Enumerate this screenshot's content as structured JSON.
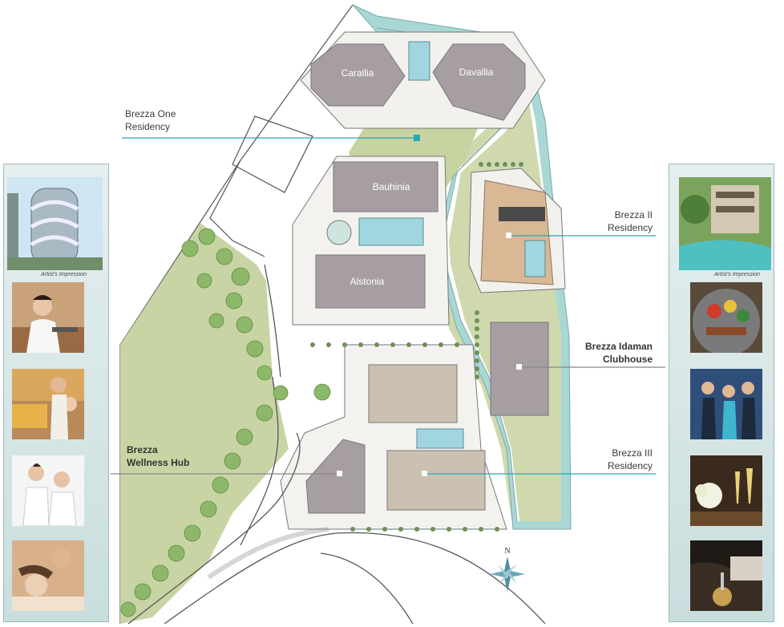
{
  "buildings": [
    {
      "id": "carallia",
      "label": "Carallia"
    },
    {
      "id": "davallia",
      "label": "Davallia"
    },
    {
      "id": "bauhinia",
      "label": "Bauhinia"
    },
    {
      "id": "alstonia",
      "label": "Alstonia"
    }
  ],
  "callouts": {
    "brezza_one": {
      "line1": "Brezza One",
      "line2": "Residency"
    },
    "brezza_ii": {
      "line1": "Brezza II",
      "line2": "Residency"
    },
    "clubhouse": {
      "line1": "Brezza Idaman",
      "line2": "Clubhouse"
    },
    "brezza_iii": {
      "line1": "Brezza III",
      "line2": "Residency"
    },
    "wellness": {
      "line1": "Brezza",
      "line2": "Wellness Hub"
    }
  },
  "compass": {
    "north": "N"
  },
  "left_panel": {
    "caption": "Artist's Impression"
  },
  "right_panel": {
    "caption": "Artist's Impression"
  },
  "colors": {
    "callout_line": "#2aa6b4",
    "water": "#a9d7d6",
    "lawn": "#c9d4a4",
    "building": "#a79ea4",
    "tree": "#8db86a"
  }
}
